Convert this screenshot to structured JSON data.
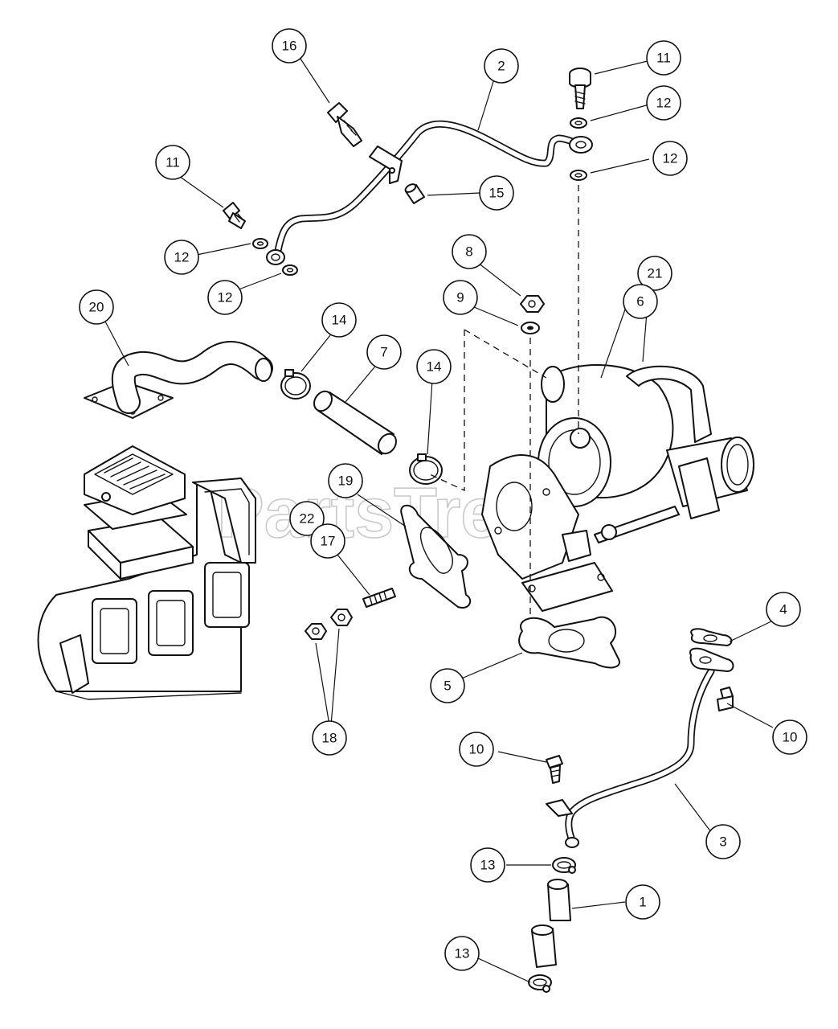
{
  "watermark": {
    "text": "PartsTree",
    "mark": "™"
  },
  "callouts": [
    {
      "id": "c16a",
      "label": "16"
    },
    {
      "id": "c2",
      "label": "2"
    },
    {
      "id": "c11a",
      "label": "11"
    },
    {
      "id": "c12a",
      "label": "12"
    },
    {
      "id": "c12b",
      "label": "12"
    },
    {
      "id": "c11b",
      "label": "11"
    },
    {
      "id": "c15",
      "label": "15"
    },
    {
      "id": "c12c",
      "label": "12"
    },
    {
      "id": "c12d",
      "label": "12"
    },
    {
      "id": "c8",
      "label": "8"
    },
    {
      "id": "c21",
      "label": "21"
    },
    {
      "id": "c9",
      "label": "9"
    },
    {
      "id": "c6",
      "label": "6"
    },
    {
      "id": "c20",
      "label": "20"
    },
    {
      "id": "c14a",
      "label": "14"
    },
    {
      "id": "c7",
      "label": "7"
    },
    {
      "id": "c14b",
      "label": "14"
    },
    {
      "id": "c19",
      "label": "19"
    },
    {
      "id": "c22",
      "label": "22"
    },
    {
      "id": "c17",
      "label": "17"
    },
    {
      "id": "c4",
      "label": "4"
    },
    {
      "id": "c5",
      "label": "5"
    },
    {
      "id": "c10a",
      "label": "10"
    },
    {
      "id": "c18",
      "label": "18"
    },
    {
      "id": "c10b",
      "label": "10"
    },
    {
      "id": "c3",
      "label": "3"
    },
    {
      "id": "c13a",
      "label": "13"
    },
    {
      "id": "c1",
      "label": "1"
    },
    {
      "id": "c13b",
      "label": "13"
    }
  ]
}
